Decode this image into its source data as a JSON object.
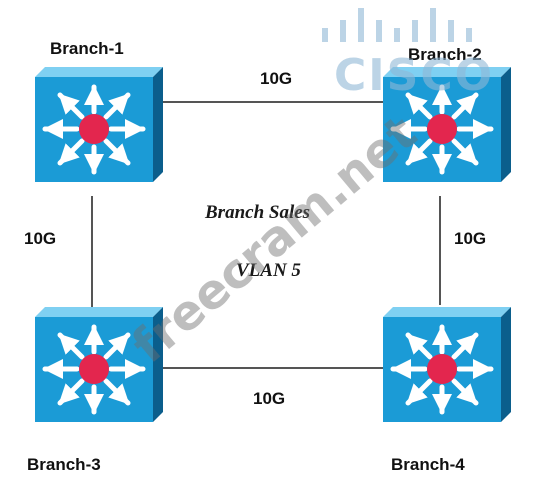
{
  "nodes": [
    {
      "id": "branch-1",
      "label": "Branch-1"
    },
    {
      "id": "branch-2",
      "label": "Branch-2"
    },
    {
      "id": "branch-3",
      "label": "Branch-3"
    },
    {
      "id": "branch-4",
      "label": "Branch-4"
    }
  ],
  "links": [
    {
      "id": "b1-b2",
      "from": "branch-1",
      "to": "branch-2",
      "speed": "10G"
    },
    {
      "id": "b1-b3",
      "from": "branch-1",
      "to": "branch-3",
      "speed": "10G"
    },
    {
      "id": "b2-b4",
      "from": "branch-2",
      "to": "branch-4",
      "speed": "10G"
    },
    {
      "id": "b3-b4",
      "from": "branch-3",
      "to": "branch-4",
      "speed": "10G"
    }
  ],
  "center": {
    "line1": "Branch Sales",
    "line2": "VLAN 5"
  },
  "watermark": {
    "text": "freecram.net",
    "brand": "CISCO"
  },
  "colors": {
    "switch_front": "#1b9bd6",
    "switch_top": "#7fd0f2",
    "switch_side": "#0b5e8c",
    "core_dot": "#e3264e",
    "link": "#555555"
  }
}
